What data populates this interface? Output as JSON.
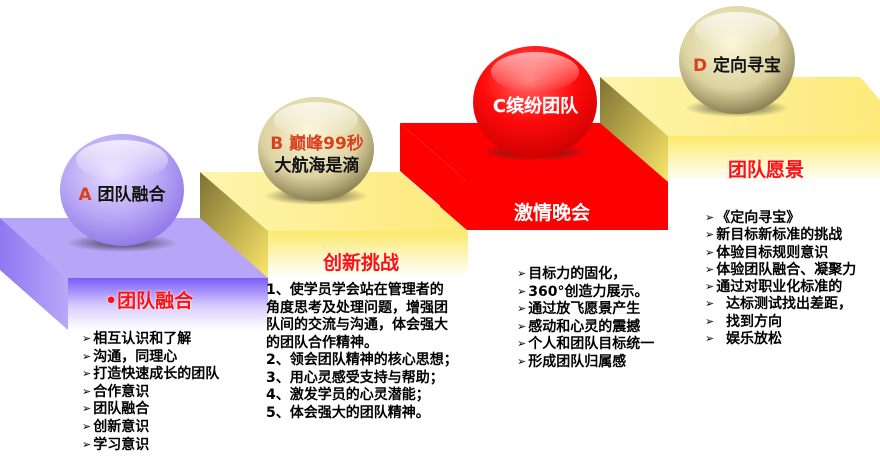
{
  "colors": {
    "purple_top": "#b7a6f7",
    "purple_side": "#9a86f0",
    "yellow_top": "#fdf2a2",
    "yellow_side": "#c9b65a",
    "red": "#ff0000",
    "title_red": "#ff1010",
    "letter_orange": "#d9411e"
  },
  "steps": [
    {
      "id": "A",
      "ball": {
        "letter": "A",
        "text": "团队融合"
      },
      "title": "•团队融合",
      "items": [
        "相互认识和了解",
        "沟通，同理心",
        "打造快速成长的团队",
        "合作意识",
        "团队融合",
        "创新意识",
        "学习意识"
      ]
    },
    {
      "id": "B",
      "ball": {
        "letter": "B",
        "text": "巅峰99秒",
        "line2": "大航海是滴"
      },
      "title": "创新挑战",
      "paragraph": [
        "1、使学员学会站在管理者的",
        "角度思考及处理问题，增强团",
        "队间的交流与沟通，体会强大",
        "的团队合作精神。",
        "2、领会团队精神的核心思想；",
        "3、用心灵感受支持与帮助；",
        "4、激发学员的心灵潜能；",
        "5、体会强大的团队精神。"
      ]
    },
    {
      "id": "C",
      "ball": {
        "letter": "C",
        "text": "缤纷团队"
      },
      "title": "激情晚会",
      "items": [
        "目标力的固化，",
        "360°创造力展示。",
        "通过放飞愿景产生",
        "感动和心灵的震撼",
        "个人和团队目标统一",
        "形成团队归属感"
      ]
    },
    {
      "id": "D",
      "ball": {
        "letter": "D",
        "text": "定向寻宝"
      },
      "title": "团队愿景",
      "items": [
        "《定向寻宝》",
        "新目标新标准的挑战",
        "体验目标规则意识",
        "体验团队融合、凝聚力",
        "通过对职业化标准的",
        "  达标测试找出差距，",
        "  找到方向",
        "  娱乐放松"
      ]
    }
  ],
  "icons": {
    "bullet_arrow": "➢"
  }
}
